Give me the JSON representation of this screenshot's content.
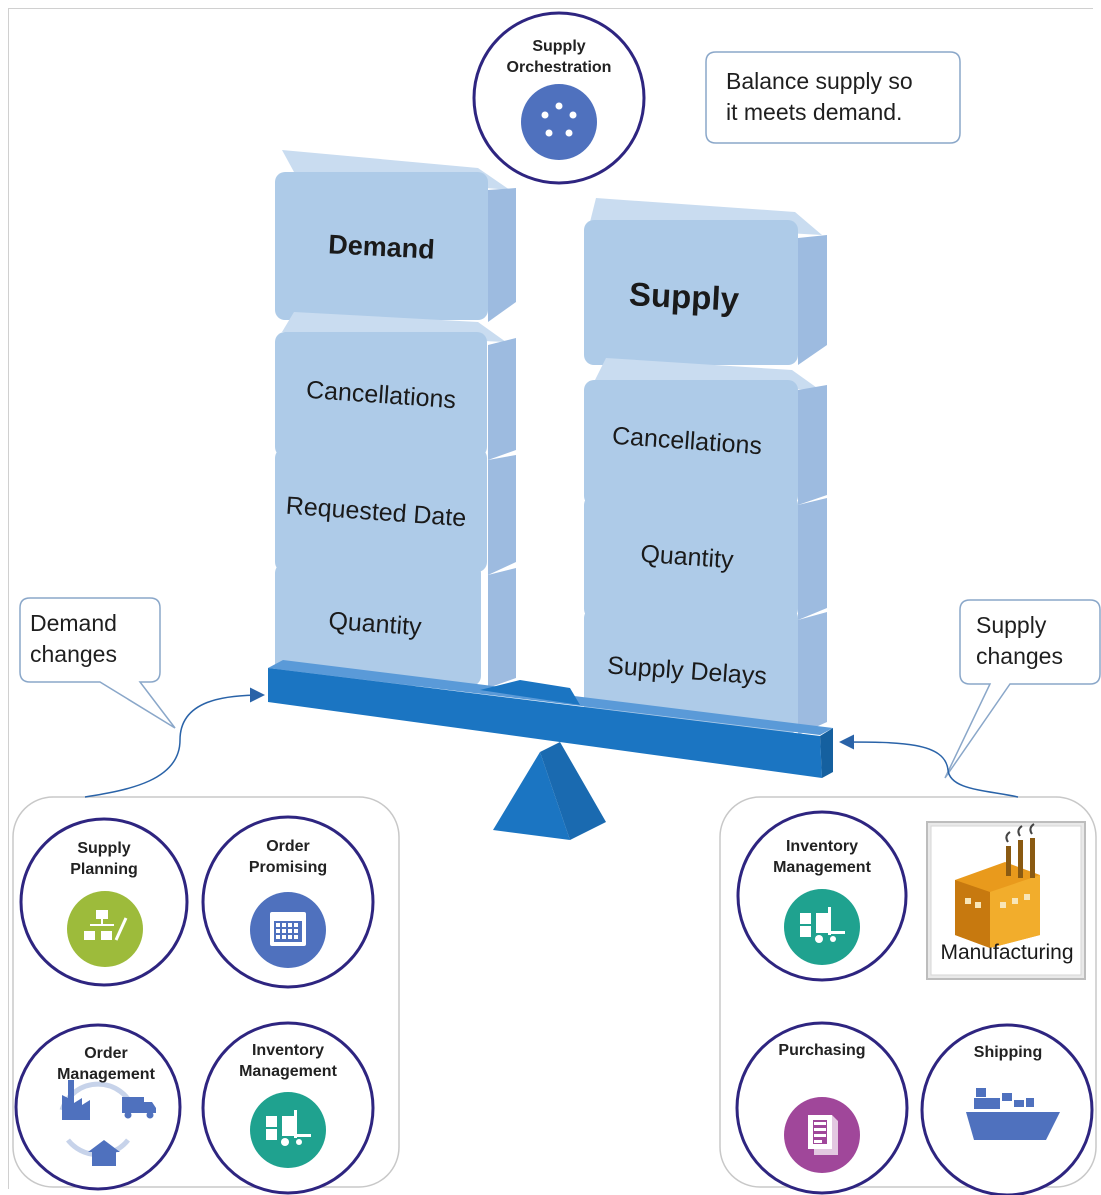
{
  "hub": {
    "label_line1": "Supply",
    "label_line2": "Orchestration"
  },
  "note": {
    "line1": "Balance supply so",
    "line2": "it meets demand."
  },
  "demand_stack": {
    "header": "Demand",
    "items": [
      "Cancellations",
      "Requested Date",
      "Quantity"
    ]
  },
  "supply_stack": {
    "header": "Supply",
    "items": [
      "Cancellations",
      "Quantity",
      "Supply Delays"
    ]
  },
  "left_callout": {
    "line1": "Demand",
    "line2": "changes"
  },
  "right_callout": {
    "line1": "Supply",
    "line2": "changes"
  },
  "left_group": {
    "supply_planning": {
      "line1": "Supply",
      "line2": "Planning",
      "icon": "flowchart-icon"
    },
    "order_promising": {
      "line1": "Order",
      "line2": "Promising",
      "icon": "calendar-icon"
    },
    "order_management": {
      "line1": "Order",
      "line2": "Management",
      "icon": "factory-truck-home-icon"
    },
    "inventory_management": {
      "line1": "Inventory",
      "line2": "Management",
      "icon": "forklift-icon"
    }
  },
  "right_group": {
    "inventory_management": {
      "line1": "Inventory",
      "line2": "Management",
      "icon": "forklift-icon"
    },
    "manufacturing": {
      "label": "Manufacturing",
      "icon": "factory-icon"
    },
    "purchasing": {
      "label": "Purchasing",
      "icon": "document-icon"
    },
    "shipping": {
      "label": "Shipping",
      "icon": "ship-icon"
    }
  },
  "colors": {
    "block_front": "#aecbe8",
    "block_top": "#c9dcf0",
    "block_side": "#9dbbe0",
    "beam": "#1b75c2",
    "circle_border": "#2e2580",
    "icon_green": "#9dbb3b",
    "icon_blue": "#4f71be",
    "icon_teal": "#1fa28f",
    "icon_purple": "#a0479a",
    "icon_flow": "#4f71be"
  }
}
